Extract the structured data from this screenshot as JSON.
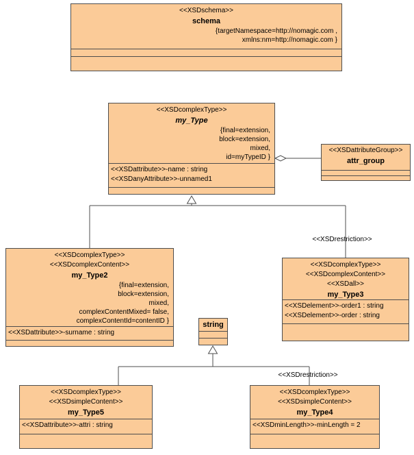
{
  "diagram": {
    "kind": "XSD schema UML class diagram",
    "box_fill": "#fbcb98",
    "box_border": "#4d4d4d",
    "line_color": "#4d4d4d",
    "background": "#ffffff"
  },
  "classes": {
    "schema": {
      "stereotypes": [
        "<<XSDschema>>"
      ],
      "name": "schema",
      "tags": [
        "{targetNamespace=http://nomagic.com ,",
        "xmlns:nm=http://nomagic.com }"
      ]
    },
    "my_type": {
      "stereotypes": [
        "<<XSDcomplexType>>"
      ],
      "name": "my_Type",
      "tags": [
        "{final=extension,",
        "block=extension,",
        "mixed,",
        "id=myTypeID }"
      ],
      "attributes": [
        "<<XSDattribute>>-name : string",
        "<<XSDanyAttribute>>-unnamed1"
      ]
    },
    "attr_group": {
      "stereotypes": [
        "<<XSDattributeGroup>>"
      ],
      "name": "attr_group"
    },
    "my_type2": {
      "stereotypes": [
        "<<XSDcomplexType>>",
        "<<XSDcomplexContent>>"
      ],
      "name": "my_Type2",
      "tags": [
        "{final=extension,",
        "block=extension,",
        "mixed,",
        "complexContentMixed= false,",
        "complexContentId=contentID }"
      ],
      "attributes": [
        "<<XSDattribute>>-surname : string"
      ]
    },
    "my_type3": {
      "stereotypes": [
        "<<XSDcomplexType>>",
        "<<XSDcomplexContent>>",
        "<<XSDall>>"
      ],
      "name": "my_Type3",
      "attributes": [
        "<<XSDelement>>-order1 : string",
        "<<XSDelement>>-order : string"
      ]
    },
    "string_type": {
      "name": "string"
    },
    "my_type5": {
      "stereotypes": [
        "<<XSDcomplexType>>",
        "<<XSDsimpleContent>>"
      ],
      "name": "my_Type5",
      "attributes": [
        "<<XSDattribute>>-attri : string"
      ]
    },
    "my_type4": {
      "stereotypes": [
        "<<XSDcomplexType>>",
        "<<XSDsimpleContent>>"
      ],
      "name": "my_Type4",
      "attributes": [
        "<<XSDminLength>>-minLength = 2"
      ]
    }
  },
  "edge_labels": {
    "restriction1": "<<XSDrestriction>>",
    "restriction2": "<<XSDrestriction>>"
  }
}
